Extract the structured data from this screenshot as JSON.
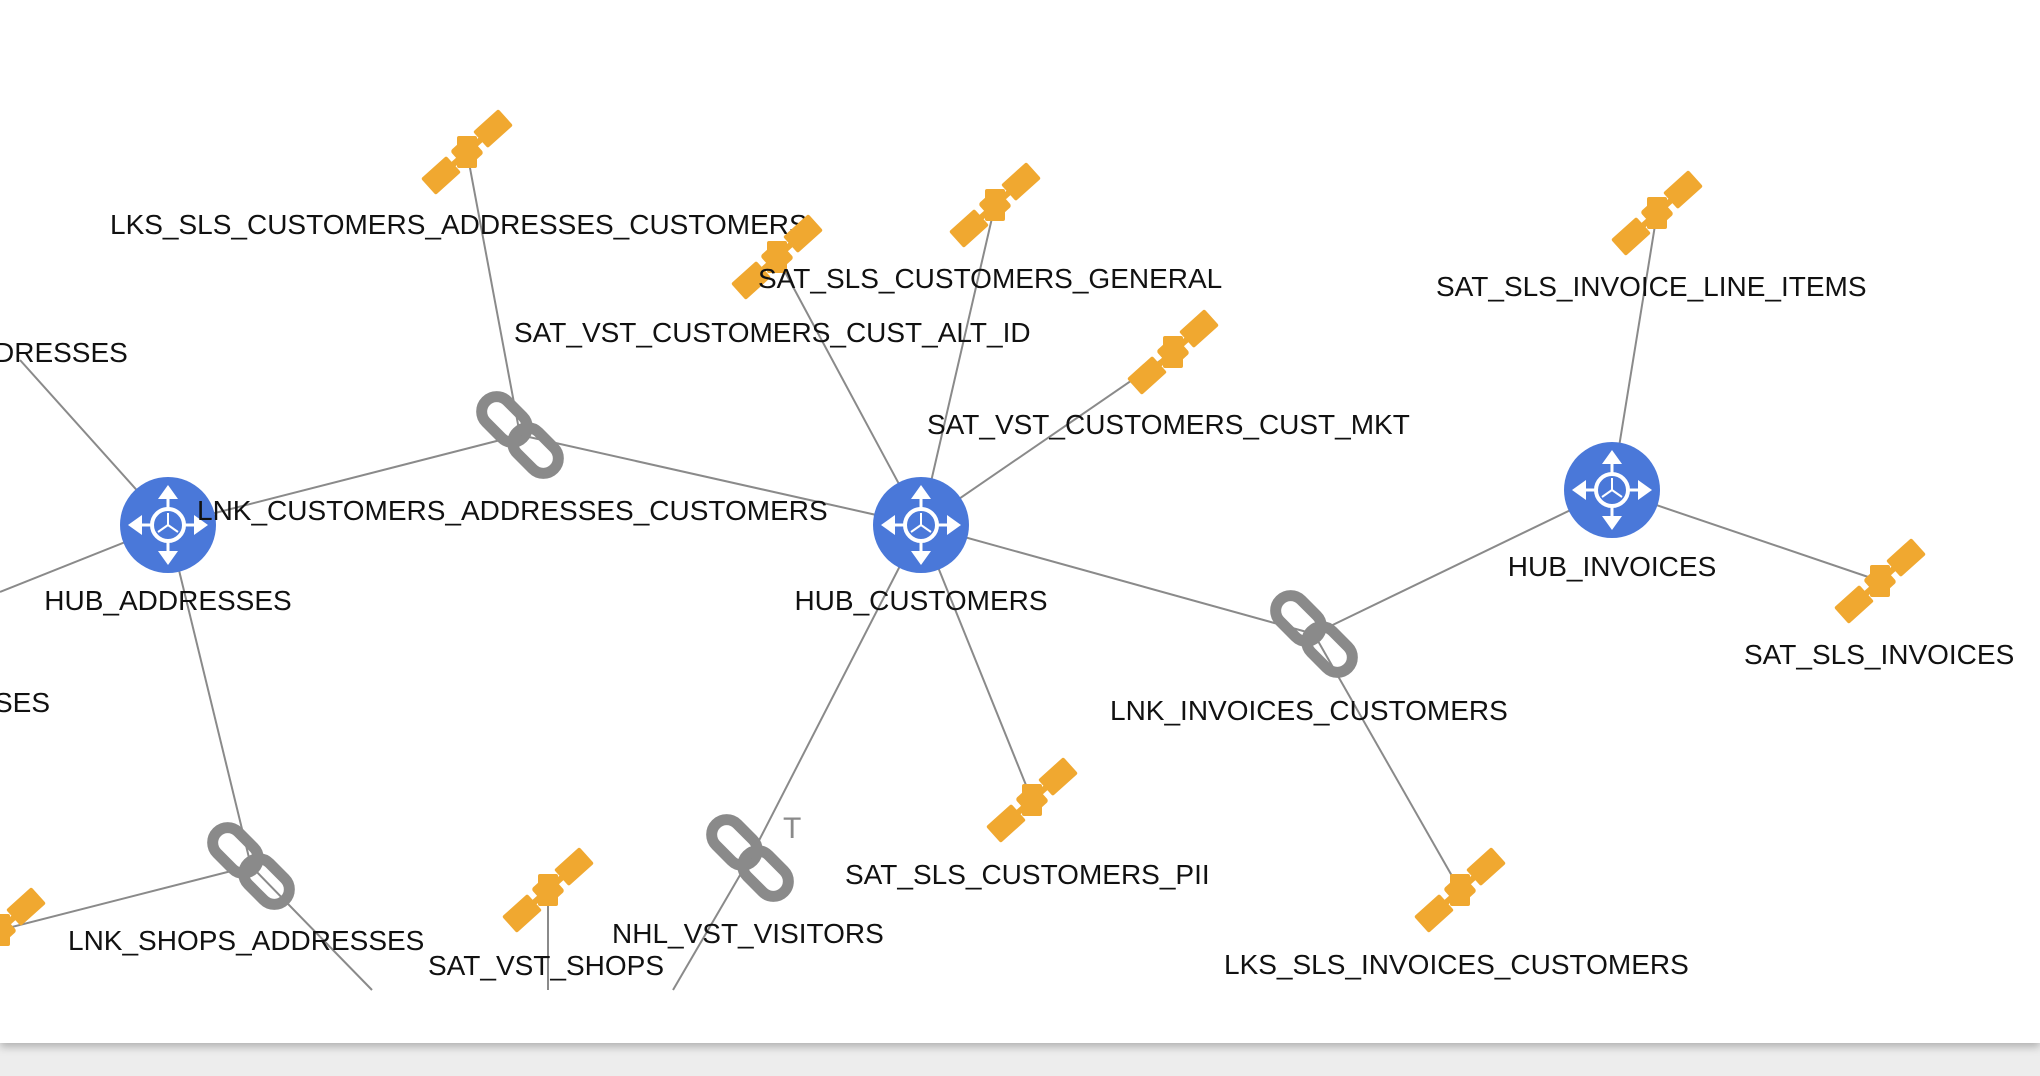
{
  "colors": {
    "hub": "#4a78d9",
    "satellite": "#f0a830",
    "link": "#8a8a8a",
    "edge": "#8a8a8a"
  },
  "nodes": [
    {
      "id": "hub_addresses",
      "kind": "hub",
      "label": "HUB_ADDRESSES",
      "icon": "hub-icon"
    },
    {
      "id": "hub_customers",
      "kind": "hub",
      "label": "HUB_CUSTOMERS",
      "icon": "hub-icon"
    },
    {
      "id": "hub_invoices",
      "kind": "hub",
      "label": "HUB_INVOICES",
      "icon": "hub-icon"
    },
    {
      "id": "lks_sls_customers_addresses_customers",
      "kind": "satellite",
      "label": "LKS_SLS_CUSTOMERS_ADDRESSES_CUSTOMERS",
      "icon": "satellite-icon"
    },
    {
      "id": "sat_vst_customers_cust_alt_id",
      "kind": "satellite",
      "label": "SAT_VST_CUSTOMERS_CUST_ALT_ID",
      "icon": "satellite-icon"
    },
    {
      "id": "sat_sls_customers_general",
      "kind": "satellite",
      "label": "SAT_SLS_CUSTOMERS_GENERAL",
      "icon": "satellite-icon"
    },
    {
      "id": "sat_vst_customers_cust_mkt",
      "kind": "satellite",
      "label": "SAT_VST_CUSTOMERS_CUST_MKT",
      "icon": "satellite-icon"
    },
    {
      "id": "sat_sls_invoice_line_items",
      "kind": "satellite",
      "label": "SAT_SLS_INVOICE_LINE_ITEMS",
      "icon": "satellite-icon"
    },
    {
      "id": "sat_sls_invoices",
      "kind": "satellite",
      "label": "SAT_SLS_INVOICES",
      "icon": "satellite-icon"
    },
    {
      "id": "sat_sls_customers_pii",
      "kind": "satellite",
      "label": "SAT_SLS_CUSTOMERS_PII",
      "icon": "satellite-icon"
    },
    {
      "id": "lks_sls_invoices_customers",
      "kind": "satellite",
      "label": "LKS_SLS_INVOICES_CUSTOMERS",
      "icon": "satellite-icon"
    },
    {
      "id": "sat_vst_shops",
      "kind": "satellite",
      "label": "SAT_VST_SHOPS",
      "icon": "satellite-icon"
    },
    {
      "id": "sat_left_edge",
      "kind": "satellite",
      "label": "",
      "icon": "satellite-icon"
    },
    {
      "id": "lnk_customers_addresses_customers",
      "kind": "link",
      "label": "LNK_CUSTOMERS_ADDRESSES_CUSTOMERS",
      "icon": "link-chain-icon"
    },
    {
      "id": "lnk_invoices_customers",
      "kind": "link",
      "label": "LNK_INVOICES_CUSTOMERS",
      "icon": "link-chain-icon"
    },
    {
      "id": "lnk_shops_addresses",
      "kind": "link",
      "label": "LNK_SHOPS_ADDRESSES",
      "icon": "link-chain-icon"
    },
    {
      "id": "nhl_vst_visitors",
      "kind": "link",
      "label": "NHL_VST_VISITORS",
      "icon": "link-chain-icon",
      "badge": "T"
    },
    {
      "id": "addresses_partial",
      "kind": "text",
      "label": "DRESSES"
    },
    {
      "id": "ses_partial",
      "kind": "text",
      "label": "SES"
    }
  ],
  "edges": [
    [
      "hub_addresses",
      "lnk_customers_addresses_customers"
    ],
    [
      "lnk_customers_addresses_customers",
      "hub_customers"
    ],
    [
      "lnk_customers_addresses_customers",
      "lks_sls_customers_addresses_customers"
    ],
    [
      "hub_customers",
      "sat_vst_customers_cust_alt_id"
    ],
    [
      "hub_customers",
      "sat_sls_customers_general"
    ],
    [
      "hub_customers",
      "sat_vst_customers_cust_mkt"
    ],
    [
      "hub_customers",
      "lnk_invoices_customers"
    ],
    [
      "hub_customers",
      "sat_sls_customers_pii"
    ],
    [
      "hub_customers",
      "nhl_vst_visitors"
    ],
    [
      "lnk_invoices_customers",
      "hub_invoices"
    ],
    [
      "lnk_invoices_customers",
      "lks_sls_invoices_customers"
    ],
    [
      "hub_invoices",
      "sat_sls_invoice_line_items"
    ],
    [
      "hub_invoices",
      "sat_sls_invoices"
    ],
    [
      "hub_addresses",
      "lnk_shops_addresses"
    ],
    [
      "lnk_shops_addresses",
      "sat_left_edge"
    ],
    [
      "hub_addresses",
      "addresses_partial"
    ],
    [
      "hub_addresses",
      "ses_partial"
    ],
    [
      "lnk_shops_addresses",
      "offscreen_shops"
    ],
    [
      "sat_vst_shops",
      "offscreen_shops_sat"
    ],
    [
      "nhl_vst_visitors",
      "offscreen_visitors"
    ]
  ]
}
